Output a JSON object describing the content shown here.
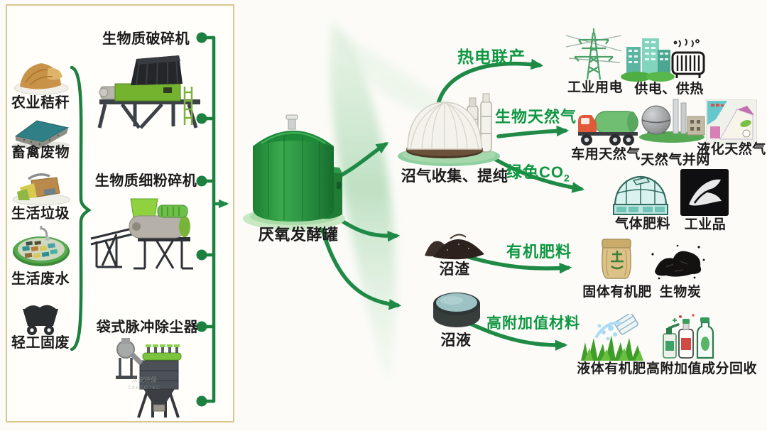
{
  "colors": {
    "arrow_green": "#1f8a46",
    "route_text_green": "#0f9742",
    "label_black": "#1b1b1b",
    "panel_border": "#d9c58e",
    "tank_green": "#2d9644",
    "slurry_teal": "#9cc2c4"
  },
  "feedstocks": {
    "items": [
      {
        "label": "农业秸秆",
        "icon": "straw-plate-icon"
      },
      {
        "label": "畜禽废物",
        "icon": "manure-wedge-icon"
      },
      {
        "label": "生活垃圾",
        "icon": "garbage-pile-icon"
      },
      {
        "label": "生活废水",
        "icon": "wastewater-pond-icon"
      },
      {
        "label": "轻工固废",
        "icon": "mine-cart-icon"
      }
    ]
  },
  "pretreatment": {
    "machines": [
      {
        "label": "生物质破碎机",
        "icon": "biomass-shredder-icon"
      },
      {
        "label": "生物质细粉碎机",
        "icon": "biomass-fine-grinder-icon"
      },
      {
        "label": "袋式脉冲除尘器",
        "icon": "bag-pulse-dust-collector-icon"
      }
    ],
    "watermark": "众安环保",
    "watermark_sub": "ZAECOTEC"
  },
  "digestion": {
    "tank_label": "厌氧发酵罐",
    "biogas_label": "沼气收集、提纯",
    "residue_label": "沼渣",
    "slurry_label": "沼液"
  },
  "routes": {
    "chp": "热电联产",
    "bio_natural_gas": "生物天然气",
    "green_co2_base": "绿色CO",
    "green_co2_sub": "2",
    "organic_fertilizer": "有机肥料",
    "high_value_material": "高附加值材料"
  },
  "products": {
    "chp": [
      "工业用电",
      "供电、供热"
    ],
    "gas": [
      "车用天然气",
      "天然气并网",
      "液化天然气"
    ],
    "co2": [
      "气体肥料",
      "工业品"
    ],
    "residue": [
      "固体有机肥",
      "生物炭"
    ],
    "slurry": [
      "液体有机肥",
      "高附加值成分回收"
    ]
  }
}
